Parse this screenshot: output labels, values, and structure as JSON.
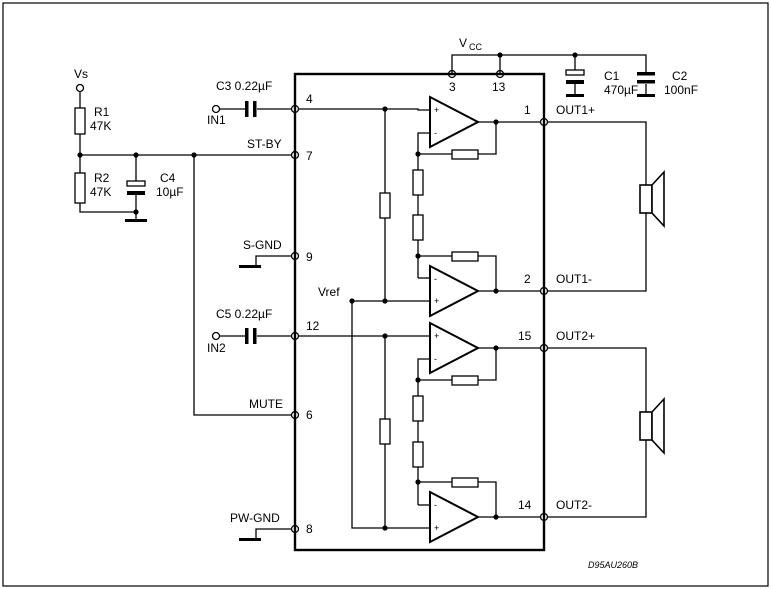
{
  "diagram_id": "D95AU260B",
  "supply": {
    "vcc": "V",
    "vcc_sub": "CC",
    "vs": "Vs",
    "vref": "Vref"
  },
  "pins": {
    "p4": "4",
    "p7": "7",
    "p9": "9",
    "p12": "12",
    "p6": "6",
    "p8": "8",
    "p3": "3",
    "p13": "13",
    "p1": "1",
    "p2": "2",
    "p15": "15",
    "p14": "14"
  },
  "pin_names": {
    "st_by": "ST-BY",
    "s_gnd": "S-GND",
    "mute": "MUTE",
    "pw_gnd": "PW-GND",
    "out1p": "OUT1+",
    "out1m": "OUT1-",
    "out2p": "OUT2+",
    "out2m": "OUT2-"
  },
  "inputs": {
    "in1": "IN1",
    "in2": "IN2"
  },
  "components": {
    "r1_name": "R1",
    "r1_value": "47K",
    "r2_name": "R2",
    "r2_value": "47K",
    "c1_name": "C1",
    "c1_value": "470µF",
    "c2_name": "C2",
    "c2_value": "100nF",
    "c3_label": "C3 0.22µF",
    "c4_name": "C4",
    "c4_value": "10µF",
    "c5_label": "C5 0.22µF"
  },
  "opamp_signs": {
    "plus": "+",
    "minus": "-"
  }
}
